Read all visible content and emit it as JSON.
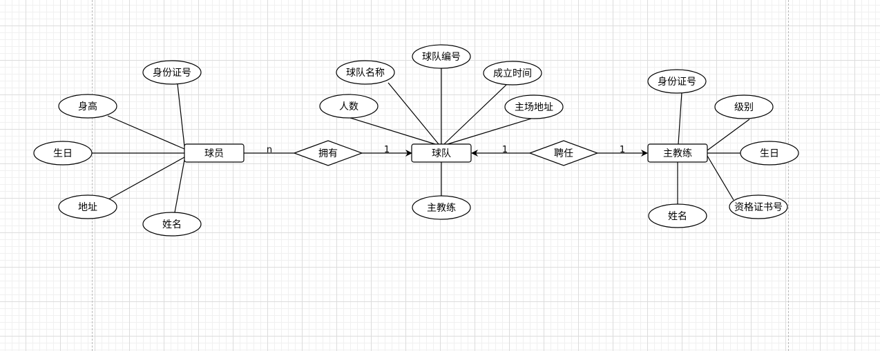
{
  "entities": {
    "player": "球员",
    "team": "球队",
    "coach": "主教练"
  },
  "relationships": {
    "has": "拥有",
    "hire": "聘任"
  },
  "attributes": {
    "player": {
      "id_card": "身份证号",
      "height": "身高",
      "birthday": "生日",
      "address": "地址",
      "name": "姓名"
    },
    "team": {
      "team_no": "球队编号",
      "team_name": "球队名称",
      "founded": "成立时间",
      "headcount": "人数",
      "home_address": "主场地址",
      "head_coach": "主教练"
    },
    "coach": {
      "id_card": "身份证号",
      "level": "级别",
      "birthday": "生日",
      "certificate_no": "资格证书号",
      "name": "姓名"
    }
  },
  "cardinalities": {
    "has_player_side": "n",
    "has_team_side": "1",
    "hire_team_side": "1",
    "hire_coach_side": "1"
  }
}
